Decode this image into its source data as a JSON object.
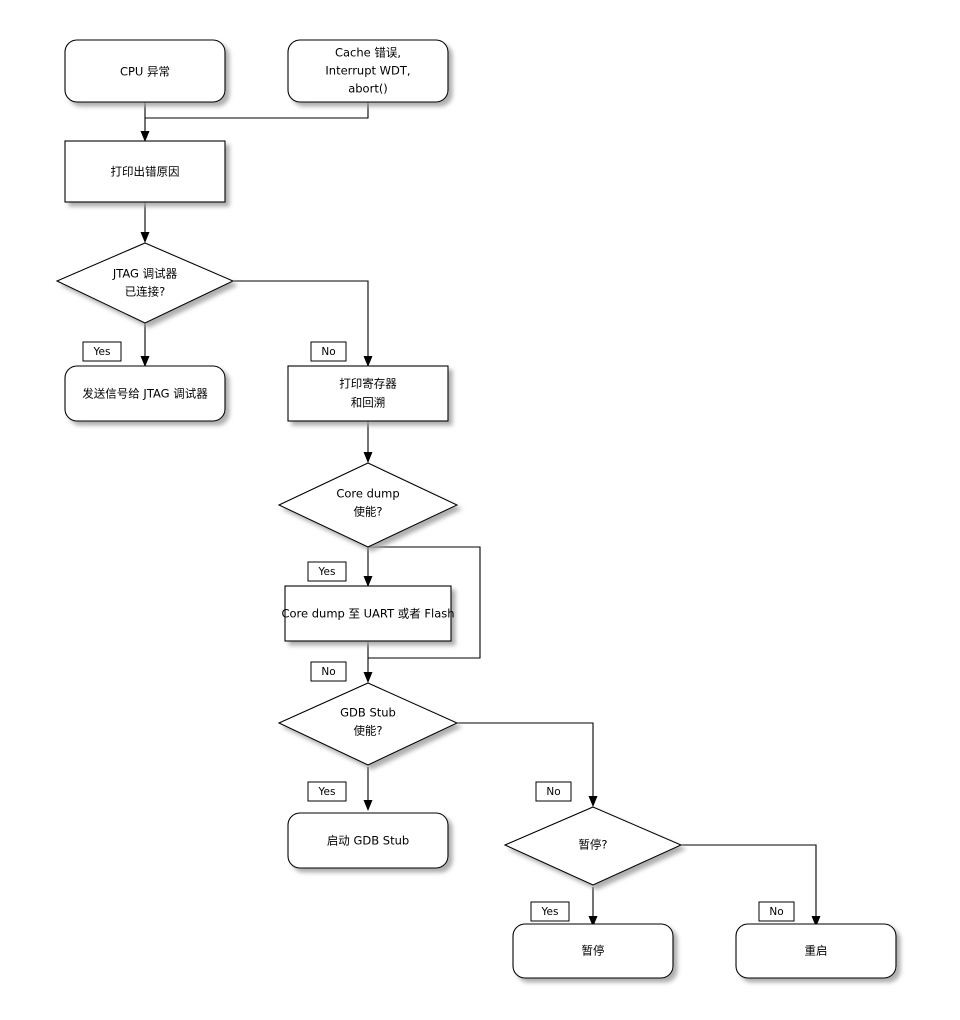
{
  "diagram": {
    "type": "flowchart",
    "title": "",
    "language": "zh-CN",
    "colors": {
      "background": "#ffffff",
      "shape_fill": "#ffffff",
      "stroke": "#000000",
      "text": "#000000",
      "shadow": "#999999"
    },
    "nodes": [
      {
        "id": "cpu-exception",
        "shape": "rounded-rect",
        "lines": [
          "CPU 异常"
        ]
      },
      {
        "id": "cache-error",
        "shape": "rounded-rect",
        "lines": [
          "Cache 错误,",
          "Interrupt WDT,",
          "abort()"
        ]
      },
      {
        "id": "print-error",
        "shape": "rect",
        "lines": [
          "打印出错原因"
        ]
      },
      {
        "id": "jtag-connected",
        "shape": "diamond",
        "lines": [
          "JTAG 调试器",
          "已连接?"
        ]
      },
      {
        "id": "signal-jtag",
        "shape": "rounded-rect",
        "lines": [
          "发送信号给 JTAG 调试器"
        ]
      },
      {
        "id": "print-registers",
        "shape": "rect",
        "lines": [
          "打印寄存器",
          "和回溯"
        ]
      },
      {
        "id": "coredump-enabled",
        "shape": "diamond",
        "lines": [
          "Core dump",
          "使能?"
        ]
      },
      {
        "id": "coredump-write",
        "shape": "rect",
        "lines": [
          "Core dump 至 UART 或者 Flash"
        ]
      },
      {
        "id": "gdbstub-enabled",
        "shape": "diamond",
        "lines": [
          "GDB Stub",
          "使能?"
        ]
      },
      {
        "id": "start-gdbstub",
        "shape": "rounded-rect",
        "lines": [
          "启动 GDB Stub"
        ]
      },
      {
        "id": "halt-decision",
        "shape": "diamond",
        "lines": [
          "暂停?"
        ]
      },
      {
        "id": "halt",
        "shape": "rounded-rect",
        "lines": [
          "暂停"
        ]
      },
      {
        "id": "reboot",
        "shape": "rounded-rect",
        "lines": [
          "重启"
        ]
      }
    ],
    "edges": [
      {
        "id": "e-cpu-to-print",
        "from": "cpu-exception",
        "to": "print-error",
        "label": ""
      },
      {
        "id": "e-cache-to-print",
        "from": "cache-error",
        "to": "print-error",
        "label": ""
      },
      {
        "id": "e-print-to-jtag",
        "from": "print-error",
        "to": "jtag-connected",
        "label": ""
      },
      {
        "id": "e-jtag-yes",
        "from": "jtag-connected",
        "to": "signal-jtag",
        "label": "Yes"
      },
      {
        "id": "e-jtag-no",
        "from": "jtag-connected",
        "to": "print-registers",
        "label": "No"
      },
      {
        "id": "e-registers-to-coredump",
        "from": "print-registers",
        "to": "coredump-enabled",
        "label": ""
      },
      {
        "id": "e-coredump-yes",
        "from": "coredump-enabled",
        "to": "coredump-write",
        "label": "Yes"
      },
      {
        "id": "e-coredump-no",
        "from": "coredump-enabled",
        "to": "gdbstub-enabled",
        "label": "No"
      },
      {
        "id": "e-coredump-write-to-gdb",
        "from": "coredump-write",
        "to": "gdbstub-enabled",
        "label": ""
      },
      {
        "id": "e-gdbstub-yes",
        "from": "gdbstub-enabled",
        "to": "start-gdbstub",
        "label": "Yes"
      },
      {
        "id": "e-gdbstub-no",
        "from": "gdbstub-enabled",
        "to": "halt-decision",
        "label": "No"
      },
      {
        "id": "e-halt-yes",
        "from": "halt-decision",
        "to": "halt",
        "label": "Yes"
      },
      {
        "id": "e-halt-no",
        "from": "halt-decision",
        "to": "reboot",
        "label": "No"
      }
    ],
    "labels": {
      "yes": "Yes",
      "no": "No"
    }
  }
}
